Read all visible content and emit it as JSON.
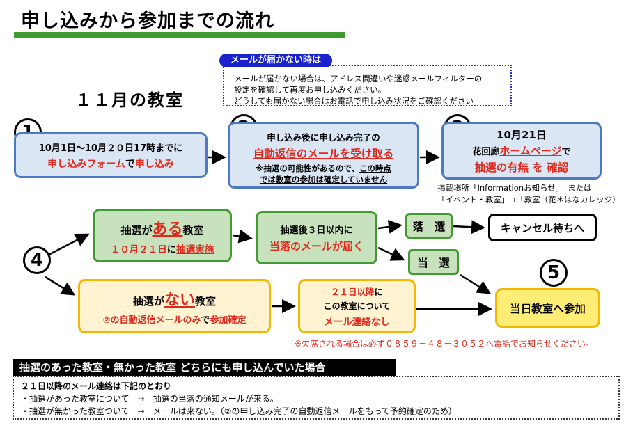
{
  "title": "申し込みから参加までの流れ",
  "month_label": "１１月の教室",
  "notice": {
    "tag": "メールが届かない時は",
    "line1": "メールが届かない場合は、アドレス間違いや迷惑メールフィルターの",
    "line2": "設定を確認して再度お申し込みください。",
    "line3": "どうしても届かない場合はお電話で申し込み状況をご確認ください"
  },
  "steps": {
    "s1": {
      "num": "1",
      "line1": "10月1日～10月２０日17時までに",
      "link": "申し込みフォーム",
      "mid": "で",
      "action": "申し込み"
    },
    "s2": {
      "num": "2",
      "line1": "申し込み後に申し込み完了の",
      "line2": "自動返信のメールを受け取る",
      "line3a": "※抽選の可能性があるので、",
      "line3b": "この時点",
      "line4": "では教室の参加は確定していません"
    },
    "s3": {
      "num": "3",
      "date": "10月21日",
      "line2a": "花回廊",
      "line2b": "ホームページ",
      "line2c": "で",
      "line3": "抽選の有無 を 確認",
      "posted1": "掲載場所「Informationお知らせ」　または",
      "posted2": "「イベント・教室」→「教室（花＊はなカレッジ）"
    },
    "s4": {
      "num": "4"
    },
    "s5": {
      "num": "5"
    }
  },
  "lottery_yes": {
    "a": "抽選が",
    "b": "ある",
    "c": "教室",
    "d1": "１０月２１日",
    "d2": "に",
    "d3": "抽選実施"
  },
  "lottery_no": {
    "a": "抽選が",
    "b": "ない",
    "c": "教室",
    "d1": "②の自動返信メールのみ",
    "d2": "で",
    "d3": "参加確定"
  },
  "result_mail": {
    "line1": "抽選後３日以内に",
    "line2": "当落のメールが届く"
  },
  "no_mail": {
    "line1": "２１日以降",
    "line1b": "に",
    "line2": "この教室について",
    "line3": "メール連絡なし"
  },
  "lose": "落　選",
  "win": "当　選",
  "waitlist": "キャンセル待ちへ",
  "attend": "当日教室へ参加",
  "absence_note": "※欠席される場合は必ず０８５９－４８－３０５２へ電話でお知らせください。",
  "bottom": {
    "header": "抽選のあった教室・無かった教室 どちらにも申し込んでいた場合",
    "line1": "２１日以降のメール連絡は下記のとおり",
    "line2": "・抽選があった教室について　→　抽選の当落の通知メールが来る。",
    "line3": "・抽選が無かった教室ついて　→　メールは来ない。（②の申し込み完了の自動返信メールをもって予約確定のため）"
  }
}
